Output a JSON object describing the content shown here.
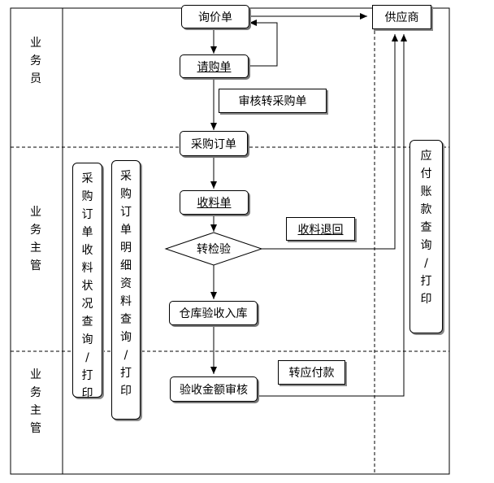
{
  "lanes": {
    "top": "业\n务\n员",
    "middle": "业\n务\n主\n管",
    "bottom": "业\n务\n主\n管"
  },
  "nodes": {
    "inquiry": "询价单",
    "purchase_request": "请购单",
    "review_to_purchase": "审核转采购单",
    "purchase_order": "采购订单",
    "receipt": "收料单",
    "inspection": "转检验",
    "receipt_return": "收料退回",
    "warehouse_inbound": "仓库验收入库",
    "amount_review": "验收金额审核",
    "to_payable": "转应付款",
    "supplier": "供应商"
  },
  "side_boxes": {
    "po_receipt_status": "采\n购\n订\n单\n收\n料\n状\n况\n查\n询\n/\n打\n印",
    "po_detail": "采\n购\n订\n单\n明\n细\n资\n料\n查\n询\n/\n打\n印",
    "payable_query": "应\n付\n账\n款\n查\n询\n/\n打\n印"
  }
}
